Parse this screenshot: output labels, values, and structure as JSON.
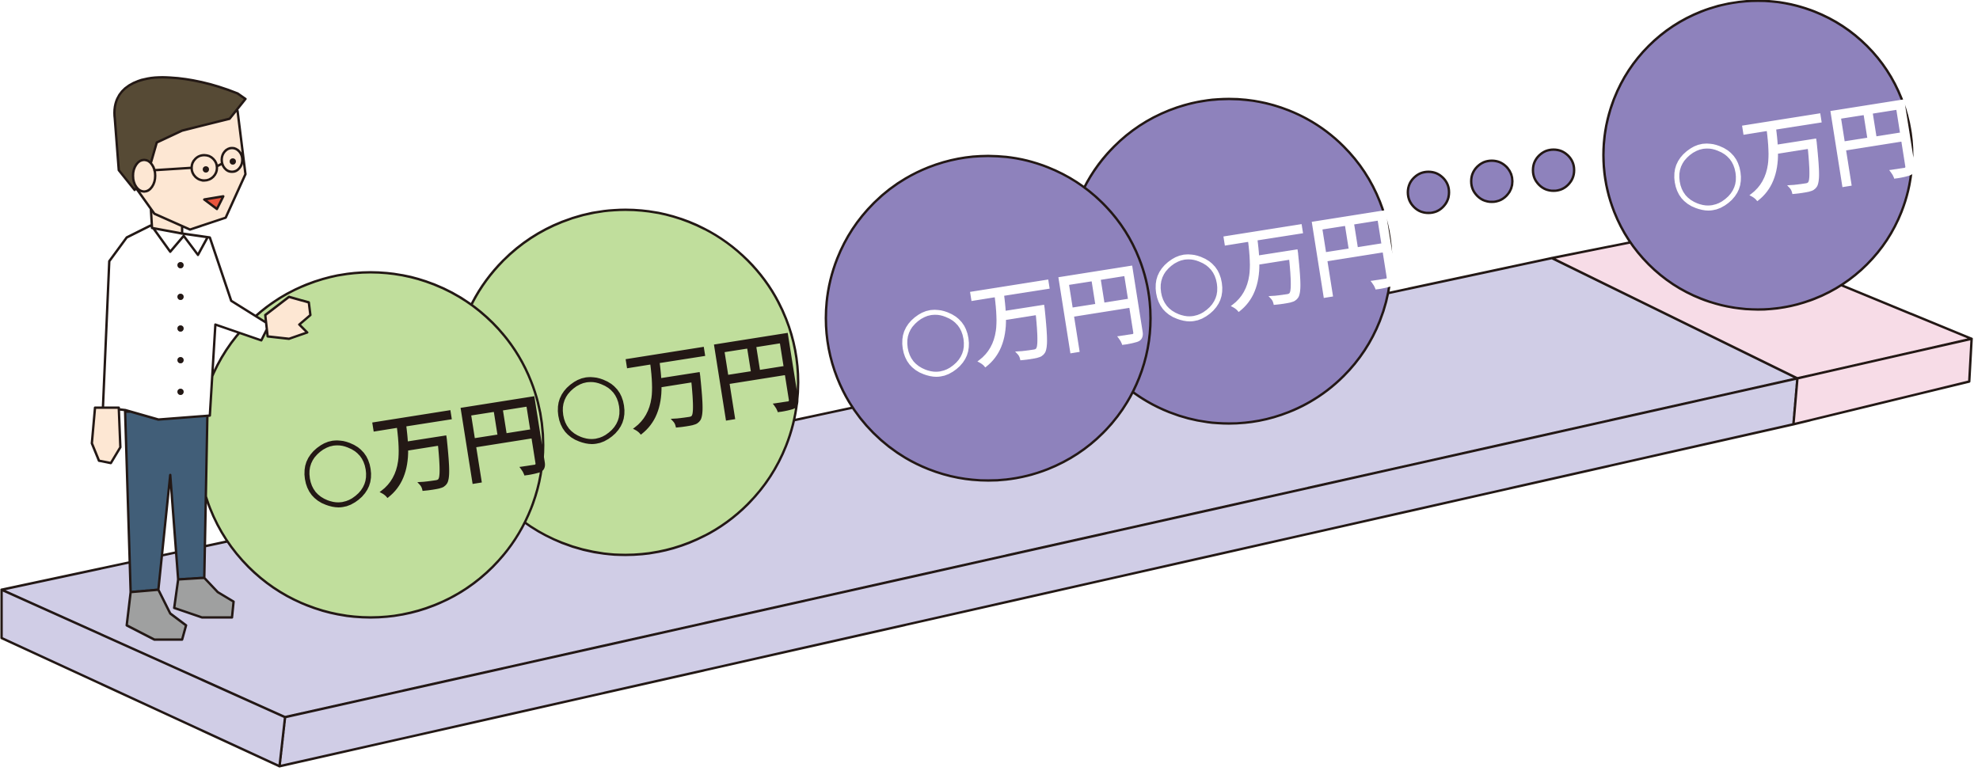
{
  "colors": {
    "platform_top": "#d0cde6",
    "platform_front": "#d0cde6",
    "platform_end_top": "#f7dce7",
    "outline": "#231815",
    "green_ball": "#c0de9c",
    "purple_ball": "#8e82bc",
    "hair": "#564a35",
    "skin": "#fde7d3",
    "shirt": "#ffffff",
    "pants": "#415e78",
    "shoes": "#9fa0a0",
    "mouth": "#e9553d"
  },
  "balls": [
    {
      "label": "○万円",
      "variant": "green",
      "text_color": "#231815"
    },
    {
      "label": "○万円",
      "variant": "green",
      "text_color": "#231815"
    },
    {
      "label": "○万円",
      "variant": "purple",
      "text_color": "#ffffff"
    },
    {
      "label": "○万円",
      "variant": "purple",
      "text_color": "#ffffff"
    },
    {
      "label": "○万円",
      "variant": "purple",
      "text_color": "#ffffff"
    }
  ],
  "ellipsis_dots": 3
}
